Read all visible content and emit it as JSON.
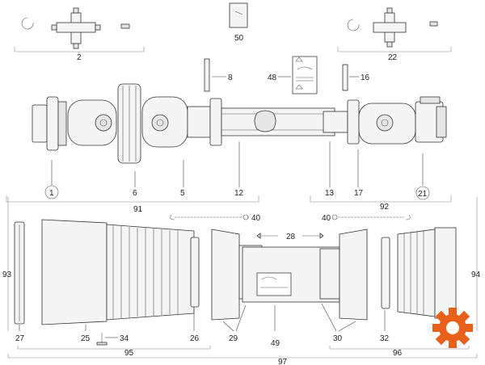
{
  "labels": {
    "l2": "2",
    "l50": "50",
    "l22": "22",
    "l8": "8",
    "l48": "48",
    "l16": "16",
    "l1": "1",
    "l6": "6",
    "l5": "5",
    "l12": "12",
    "l13": "13",
    "l17": "17",
    "l21": "21",
    "l91": "91",
    "l92": "92",
    "l40a": "40",
    "l40b": "40",
    "l28": "28",
    "l93": "93",
    "l94": "94",
    "l27": "27",
    "l25": "25",
    "l34": "34",
    "l26": "26",
    "l29": "29",
    "l49": "49",
    "l30": "30",
    "l32": "32",
    "l95": "95",
    "l96": "96",
    "l97": "97"
  },
  "colors": {
    "line": "#333333",
    "fill": "#f4f4f4",
    "logo_orange": "#e8601c"
  },
  "icons": {
    "logo": "gear-logo-icon"
  }
}
